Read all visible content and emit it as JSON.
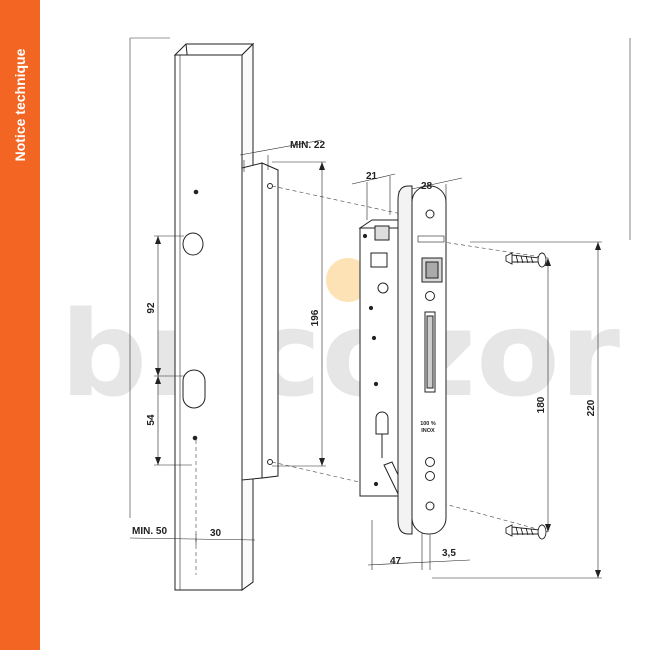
{
  "sidebar": {
    "label": "Notice technique",
    "color": "#f26522"
  },
  "watermark": {
    "text": "bricozor",
    "color": "#e6e6e6",
    "accent_color": "#fde2b5"
  },
  "dimensions": {
    "min_22": "MIN. 22",
    "d21": "21",
    "d28": "28",
    "d196": "196",
    "d92": "92",
    "d54": "54",
    "min_50": "MIN. 50",
    "d30": "30",
    "d180": "180",
    "d220": "220",
    "d47": "47",
    "d3_5": "3,5"
  },
  "faceplate_text": {
    "line1": "100 %",
    "line2": "INOX"
  },
  "icons": [
    "lock-body-icon",
    "faceplate-icon",
    "screw-icon",
    "gate-post-icon",
    "keeper-plate-icon"
  ]
}
